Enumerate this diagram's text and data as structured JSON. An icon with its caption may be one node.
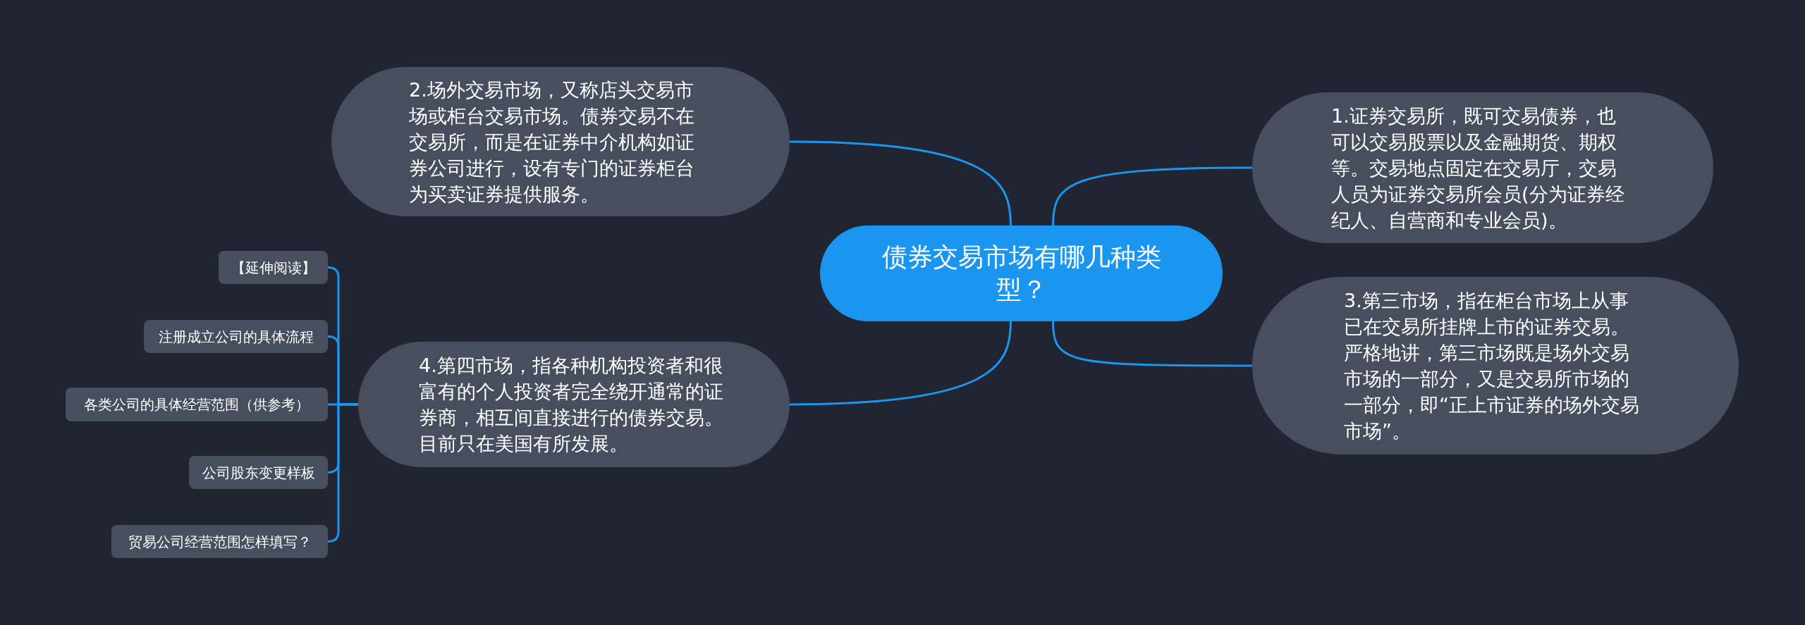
{
  "diagram": {
    "nodes": [
      {
        "text": [
          "债券交易市场有哪几种类型？"
        ]
      },
      {
        "text": [
          "1.证券交易所，既可交易债券，也可以交易股票以及金融期货、期权等。交易地点固定在交易厅，交易人员为证券交易所会员(分为证券经纪人、自营商和专业会员)。"
        ]
      },
      {
        "text": [
          "2.场外交易市场，又称店头交易市场或柜台交易市场。债券交易不在交易所，而是在证券中介机构如证券公司进行，设有专门的证券柜台为买卖证券提供服务。"
        ]
      },
      {
        "text": [
          "3.第三市场，指在柜台市场上从事已在交易所挂牌上市的证券交易。严格地讲，第三市场既是场外交易市场的一部分，又是交易所市场的一部分，即“正上市证券的场外交易市场”。"
        ]
      },
      {
        "text": [
          "4.第四市场，指各种机构投资者和很富有的个人投资者完全绕开通常的证券商，相互间直接进行的债券交易。目前只在美国有所发展。"
        ]
      },
      {
        "text": [
          "【延伸阅读】"
        ]
      },
      {
        "text": [
          "注册成立公司的具体流程"
        ]
      },
      {
        "text": [
          "各类公司的具体经营范围（供参考）"
        ]
      },
      {
        "text": [
          "公司股东变更样板"
        ]
      },
      {
        "text": [
          "贸易公司经营范围怎样填写？"
        ]
      }
    ],
    "edges": [
      {
        "from": 0,
        "to": 1,
        "arrow": "none"
      },
      {
        "from": 0,
        "to": 2,
        "arrow": "none"
      },
      {
        "from": 0,
        "to": 3,
        "arrow": "none"
      },
      {
        "from": 0,
        "to": 4,
        "arrow": "none"
      },
      {
        "from": 4,
        "to": 5,
        "arrow": "none"
      },
      {
        "from": 4,
        "to": 6,
        "arrow": "none"
      },
      {
        "from": 4,
        "to": 7,
        "arrow": "none"
      },
      {
        "from": 4,
        "to": 8,
        "arrow": "none"
      },
      {
        "from": 4,
        "to": 9,
        "arrow": "none"
      }
    ]
  }
}
